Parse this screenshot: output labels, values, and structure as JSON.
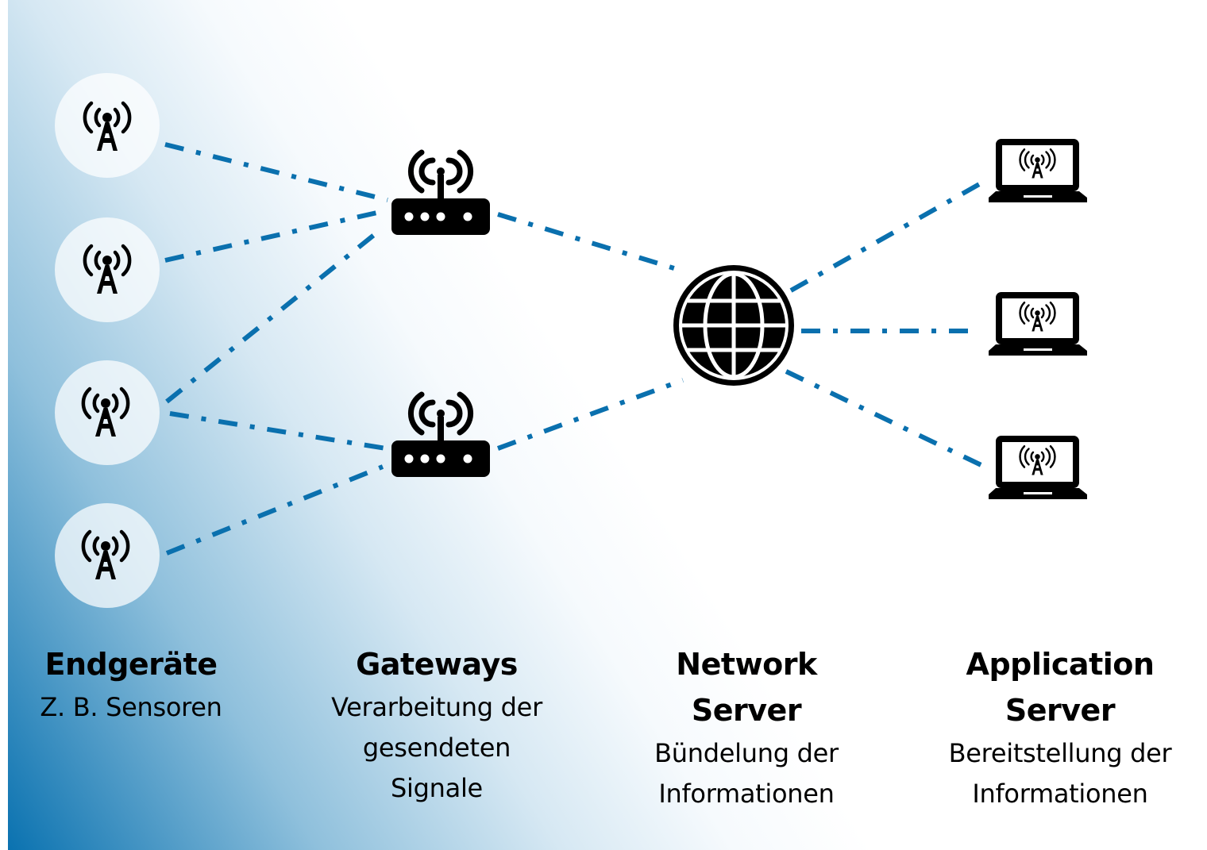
{
  "diagram": {
    "type": "network-architecture",
    "line_color": "#0a70ae",
    "gradient_color": "#0a72b0",
    "columns": [
      {
        "id": "endgeraete",
        "title": "Endgeräte",
        "subtitle_lines": [
          "Z. B. Sensoren"
        ]
      },
      {
        "id": "gateways",
        "title": "Gateways",
        "subtitle_lines": [
          "Verarbeitung der",
          "gesendeten",
          "Signale"
        ]
      },
      {
        "id": "network-server",
        "title_lines": [
          "Network",
          "Server"
        ],
        "subtitle_lines": [
          "Bündelung der",
          "Informationen"
        ]
      },
      {
        "id": "application-server",
        "title_lines": [
          "Application",
          "Server"
        ],
        "subtitle_lines": [
          "Bereitstellung der",
          "Informationen"
        ]
      }
    ],
    "nodes": {
      "sensors": [
        "sensor-1",
        "sensor-2",
        "sensor-3",
        "sensor-4"
      ],
      "gateways": [
        "gateway-1",
        "gateway-2"
      ],
      "network_server": [
        "network-server"
      ],
      "application_servers": [
        "app-server-1",
        "app-server-2",
        "app-server-3"
      ]
    },
    "icons": {
      "sensor": "radio-tower-icon",
      "gateway": "wifi-router-icon",
      "network_server": "globe-icon",
      "application_server": "laptop-radio-tower-icon"
    },
    "edges": [
      {
        "from": "sensor-1",
        "to": "gateway-1"
      },
      {
        "from": "sensor-2",
        "to": "gateway-1"
      },
      {
        "from": "sensor-3",
        "to": "gateway-1"
      },
      {
        "from": "sensor-3",
        "to": "gateway-2"
      },
      {
        "from": "sensor-4",
        "to": "gateway-2"
      },
      {
        "from": "gateway-1",
        "to": "network-server"
      },
      {
        "from": "gateway-2",
        "to": "network-server"
      },
      {
        "from": "network-server",
        "to": "app-server-1"
      },
      {
        "from": "network-server",
        "to": "app-server-2"
      },
      {
        "from": "network-server",
        "to": "app-server-3"
      }
    ],
    "edge_style": "dash-dot"
  }
}
